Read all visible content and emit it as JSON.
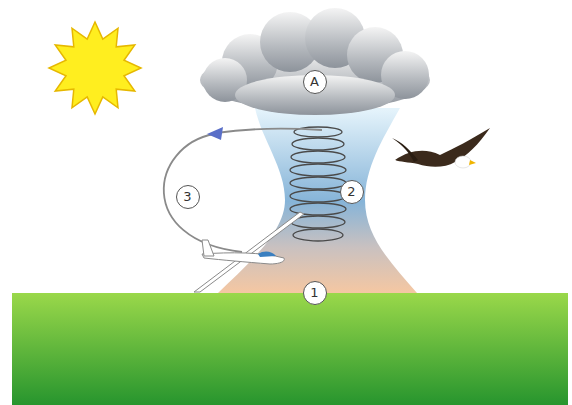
{
  "diagram": {
    "labels": [
      "A",
      "2",
      "3",
      "1"
    ]
  }
}
